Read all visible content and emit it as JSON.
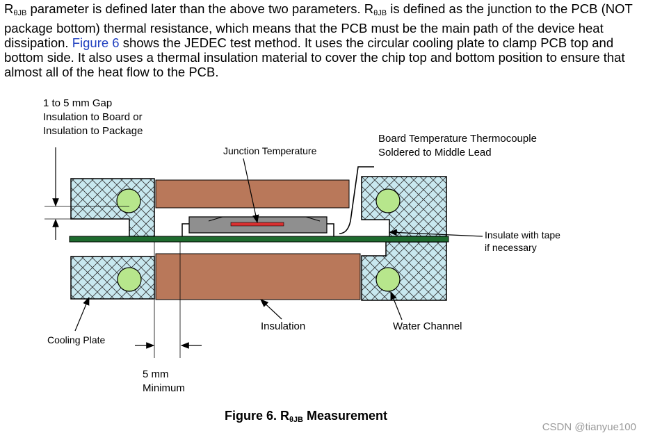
{
  "paragraph": {
    "r_prefix": "R",
    "r_sub": "θJB",
    "part1": " parameter is defined later than the above two parameters. ",
    "part2": " is defined as the junction to the PCB (NOT package bottom) thermal resistance, which means that the PCB must be the main path of the device heat dissipation. ",
    "link": "Figure 6",
    "part3": " shows the JEDEC test method. It uses the circular cooling plate to clamp PCB top and bottom side. It also uses a thermal insulation material to cover the chip top and bottom position to ensure that almost all of the heat flow to the PCB."
  },
  "figure": {
    "labels": {
      "gap_line1": "1 to 5 mm Gap",
      "gap_line2": "Insulation to Board or",
      "gap_line3": "Insulation to Package",
      "junction": "Junction Temperature",
      "thermo_line1": "Board Temperature Thermocouple",
      "thermo_line2": "Soldered to Middle Lead",
      "tape_line1": "Insulate with tape",
      "tape_line2": "if necessary",
      "cooling": "Cooling Plate",
      "insulation": "Insulation",
      "water": "Water Channel",
      "min_line1": "5 mm",
      "min_line2": "Minimum"
    },
    "colors": {
      "cooling_plate": "#c8e8ef",
      "insulation": "#b9785a",
      "pcb": "#1e6b2e",
      "water_channel": "#b7e68c",
      "package": "#8f8f8f",
      "die": "#d93030"
    }
  },
  "caption": {
    "prefix": "Figure 6. R",
    "sub": "θJB",
    "suffix": " Measurement"
  },
  "watermark": "CSDN @tianyue100"
}
